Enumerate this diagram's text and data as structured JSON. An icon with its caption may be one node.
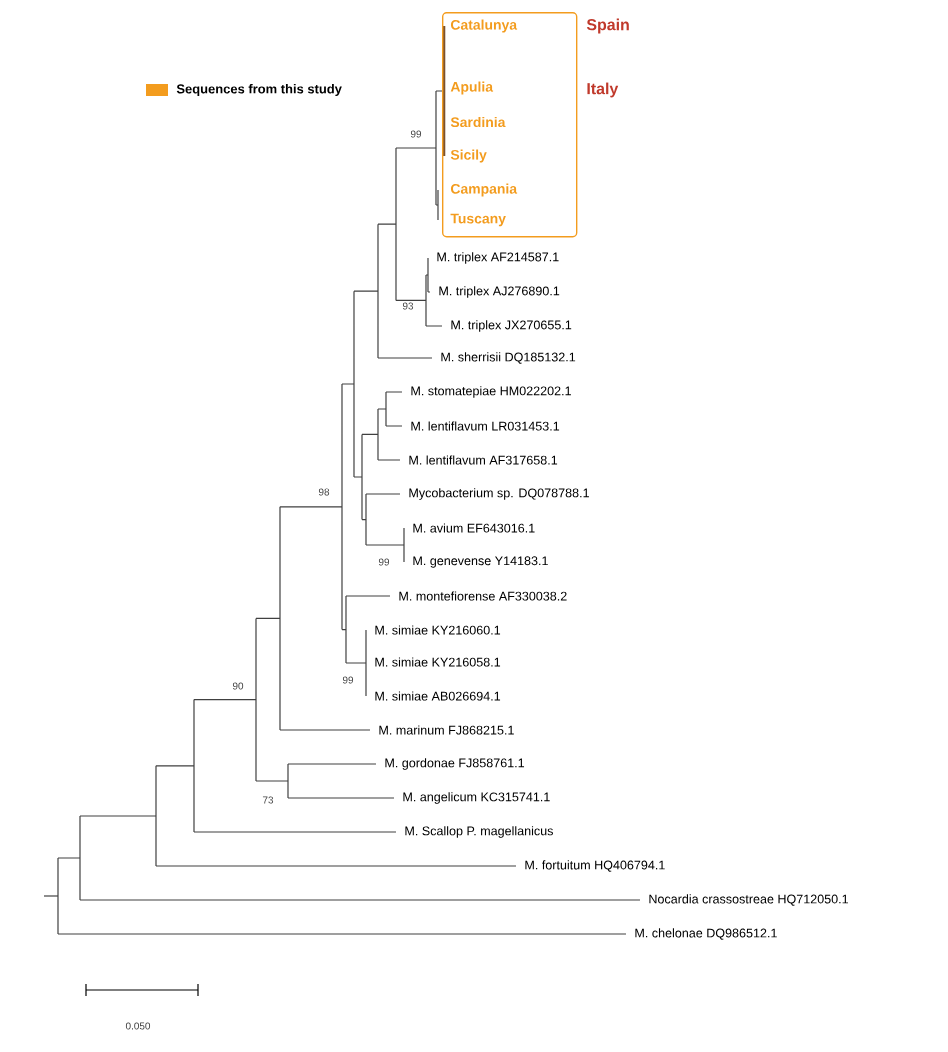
{
  "diagram": {
    "nodes": [
      {
        "text": [
          "Catalunya",
          "Apulia",
          "Sardinia",
          "Sicily",
          "Campania",
          "Tuscany"
        ],
        "beside": [
          "Spain",
          "Italy"
        ]
      }
    ],
    "labels": [
      "99",
      "M. triplex AF214587.1",
      "M. triplex AJ276890.1",
      "93",
      "M. triplex JX270655.1",
      "M. sherrisii DQ185132.1",
      "M. stomatepiae HM022202.1",
      "M. lentiflavum LR031453.1",
      "M. lentiflavum AF317658.1",
      "98",
      "Mycobacterium sp. DQ078788.1",
      "M. avium EF643016.1",
      "M. genevense Y14183.1",
      "99",
      "M. montefiorense AF330038.2",
      "M. simiae KY216060.1",
      "M. simiae KY216058.1",
      "99",
      "M. simiae AB026694.1",
      "90",
      "M. marinum FJ868215.1",
      "M. gordonae FJ858761.1",
      "M. angelicum KC315741.1",
      "73",
      "M. Scallop P. magellanicus",
      "M. fortuitum HQ406794.1",
      "Nocardia crassostreae HQ712050.1",
      "M. chelonae DQ986512.1",
      "0.050"
    ],
    "legend": [
      {
        "text": "Sequences from this study",
        "color": "#f39c1e"
      }
    ]
  }
}
